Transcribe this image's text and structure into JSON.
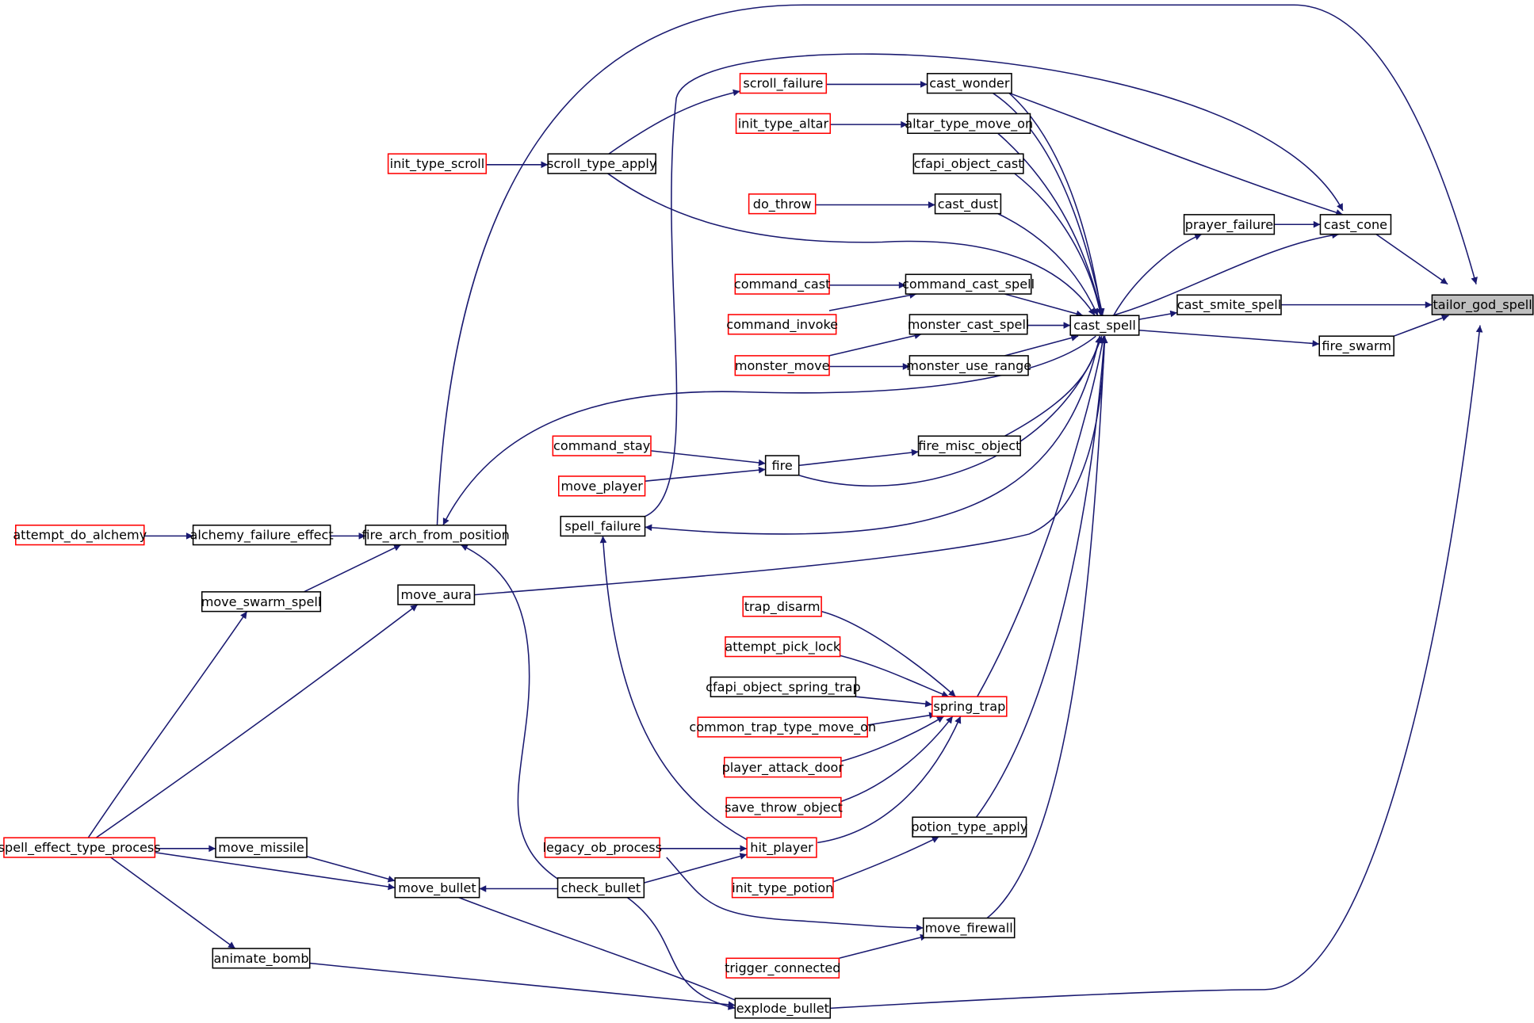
{
  "diagram": {
    "type": "call-graph",
    "direction": "right-to-left",
    "target": "tailor_god_spell",
    "legend_colors": {
      "edge": "#191970",
      "truncated_border": "#ff0000",
      "normal_border": "#000000",
      "target_fill": "#bfbfbf"
    },
    "nodes": [
      {
        "id": "tailor_god_spell",
        "label": "tailor_god_spell",
        "style": "target"
      },
      {
        "id": "cast_cone",
        "label": "cast_cone",
        "style": "normal"
      },
      {
        "id": "cast_smite_spell",
        "label": "cast_smite_spell",
        "style": "normal"
      },
      {
        "id": "fire_swarm",
        "label": "fire_swarm",
        "style": "normal"
      },
      {
        "id": "prayer_failure",
        "label": "prayer_failure",
        "style": "normal"
      },
      {
        "id": "cast_spell",
        "label": "cast_spell",
        "style": "normal"
      },
      {
        "id": "cast_wonder",
        "label": "cast_wonder",
        "style": "normal"
      },
      {
        "id": "altar_type_move_on",
        "label": "altar_type_move_on",
        "style": "normal"
      },
      {
        "id": "cfapi_object_cast",
        "label": "cfapi_object_cast",
        "style": "normal"
      },
      {
        "id": "cast_dust",
        "label": "cast_dust",
        "style": "normal"
      },
      {
        "id": "command_cast_spell",
        "label": "command_cast_spell",
        "style": "normal"
      },
      {
        "id": "monster_cast_spell",
        "label": "monster_cast_spell",
        "style": "normal"
      },
      {
        "id": "monster_use_range",
        "label": "monster_use_range",
        "style": "normal"
      },
      {
        "id": "fire_misc_object",
        "label": "fire_misc_object",
        "style": "normal"
      },
      {
        "id": "scroll_failure",
        "label": "scroll_failure",
        "style": "trunc"
      },
      {
        "id": "init_type_altar",
        "label": "init_type_altar",
        "style": "trunc"
      },
      {
        "id": "do_throw",
        "label": "do_throw",
        "style": "trunc"
      },
      {
        "id": "command_cast",
        "label": "command_cast",
        "style": "trunc"
      },
      {
        "id": "command_invoke",
        "label": "command_invoke",
        "style": "trunc"
      },
      {
        "id": "monster_move",
        "label": "monster_move",
        "style": "trunc"
      },
      {
        "id": "command_stay",
        "label": "command_stay",
        "style": "trunc"
      },
      {
        "id": "move_player",
        "label": "move_player",
        "style": "trunc"
      },
      {
        "id": "fire",
        "label": "fire",
        "style": "normal"
      },
      {
        "id": "scroll_type_apply",
        "label": "scroll_type_apply",
        "style": "normal"
      },
      {
        "id": "init_type_scroll",
        "label": "init_type_scroll",
        "style": "trunc"
      },
      {
        "id": "spell_failure",
        "label": "spell_failure",
        "style": "normal"
      },
      {
        "id": "fire_arch_from_position",
        "label": "fire_arch_from_position",
        "style": "normal"
      },
      {
        "id": "alchemy_failure_effect",
        "label": "alchemy_failure_effect",
        "style": "normal"
      },
      {
        "id": "attempt_do_alchemy",
        "label": "attempt_do_alchemy",
        "style": "trunc"
      },
      {
        "id": "move_aura",
        "label": "move_aura",
        "style": "normal"
      },
      {
        "id": "move_swarm_spell",
        "label": "move_swarm_spell",
        "style": "normal"
      },
      {
        "id": "trap_disarm",
        "label": "trap_disarm",
        "style": "trunc"
      },
      {
        "id": "attempt_pick_lock",
        "label": "attempt_pick_lock",
        "style": "trunc"
      },
      {
        "id": "cfapi_object_spring_trap",
        "label": "cfapi_object_spring_trap",
        "style": "normal"
      },
      {
        "id": "common_trap_type_move_on",
        "label": "common_trap_type_move_on",
        "style": "trunc"
      },
      {
        "id": "player_attack_door",
        "label": "player_attack_door",
        "style": "trunc"
      },
      {
        "id": "save_throw_object",
        "label": "save_throw_object",
        "style": "trunc"
      },
      {
        "id": "spring_trap",
        "label": "spring_trap",
        "style": "trunc"
      },
      {
        "id": "potion_type_apply",
        "label": "potion_type_apply",
        "style": "normal"
      },
      {
        "id": "hit_player",
        "label": "hit_player",
        "style": "trunc"
      },
      {
        "id": "legacy_ob_process",
        "label": "legacy_ob_process",
        "style": "trunc"
      },
      {
        "id": "init_type_potion",
        "label": "init_type_potion",
        "style": "trunc"
      },
      {
        "id": "spell_effect_type_process",
        "label": "spell_effect_type_process",
        "style": "trunc"
      },
      {
        "id": "move_missile",
        "label": "move_missile",
        "style": "normal"
      },
      {
        "id": "move_bullet",
        "label": "move_bullet",
        "style": "normal"
      },
      {
        "id": "check_bullet",
        "label": "check_bullet",
        "style": "normal"
      },
      {
        "id": "move_firewall",
        "label": "move_firewall",
        "style": "normal"
      },
      {
        "id": "trigger_connected",
        "label": "trigger_connected",
        "style": "trunc"
      },
      {
        "id": "animate_bomb",
        "label": "animate_bomb",
        "style": "normal"
      },
      {
        "id": "explode_bullet",
        "label": "explode_bullet",
        "style": "normal"
      }
    ],
    "edges": [
      {
        "from": "cast_cone",
        "to": "tailor_god_spell"
      },
      {
        "from": "cast_smite_spell",
        "to": "tailor_god_spell"
      },
      {
        "from": "fire_swarm",
        "to": "tailor_god_spell"
      },
      {
        "from": "fire_arch_from_position",
        "to": "tailor_god_spell"
      },
      {
        "from": "explode_bullet",
        "to": "tailor_god_spell"
      },
      {
        "from": "prayer_failure",
        "to": "cast_cone"
      },
      {
        "from": "cast_spell",
        "to": "cast_cone"
      },
      {
        "from": "cast_wonder",
        "to": "cast_cone"
      },
      {
        "from": "spell_failure",
        "to": "cast_cone"
      },
      {
        "from": "cast_spell",
        "to": "prayer_failure"
      },
      {
        "from": "cast_spell",
        "to": "cast_smite_spell"
      },
      {
        "from": "cast_spell",
        "to": "fire_swarm"
      },
      {
        "from": "cast_wonder",
        "to": "cast_spell"
      },
      {
        "from": "altar_type_move_on",
        "to": "cast_spell"
      },
      {
        "from": "cfapi_object_cast",
        "to": "cast_spell"
      },
      {
        "from": "cast_dust",
        "to": "cast_spell"
      },
      {
        "from": "command_cast_spell",
        "to": "cast_spell"
      },
      {
        "from": "monster_cast_spell",
        "to": "cast_spell"
      },
      {
        "from": "monster_use_range",
        "to": "cast_spell"
      },
      {
        "from": "fire_misc_object",
        "to": "cast_spell"
      },
      {
        "from": "scroll_type_apply",
        "to": "cast_spell"
      },
      {
        "from": "fire",
        "to": "cast_spell"
      },
      {
        "from": "spring_trap",
        "to": "cast_spell"
      },
      {
        "from": "potion_type_apply",
        "to": "cast_spell"
      },
      {
        "from": "move_firewall",
        "to": "cast_spell"
      },
      {
        "from": "move_aura",
        "to": "cast_spell"
      },
      {
        "from": "cast_spell",
        "to": "cast_wonder"
      },
      {
        "from": "cast_spell",
        "to": "fire_arch_from_position"
      },
      {
        "from": "cast_spell",
        "to": "spell_failure"
      },
      {
        "from": "scroll_failure",
        "to": "cast_wonder"
      },
      {
        "from": "scroll_type_apply",
        "to": "scroll_failure"
      },
      {
        "from": "init_type_altar",
        "to": "altar_type_move_on"
      },
      {
        "from": "do_throw",
        "to": "cast_dust"
      },
      {
        "from": "command_cast",
        "to": "command_cast_spell"
      },
      {
        "from": "command_invoke",
        "to": "command_cast_spell"
      },
      {
        "from": "monster_move",
        "to": "monster_cast_spell"
      },
      {
        "from": "monster_move",
        "to": "monster_use_range"
      },
      {
        "from": "fire",
        "to": "fire_misc_object"
      },
      {
        "from": "command_stay",
        "to": "fire"
      },
      {
        "from": "move_player",
        "to": "fire"
      },
      {
        "from": "init_type_scroll",
        "to": "scroll_type_apply"
      },
      {
        "from": "alchemy_failure_effect",
        "to": "fire_arch_from_position"
      },
      {
        "from": "move_swarm_spell",
        "to": "fire_arch_from_position"
      },
      {
        "from": "check_bullet",
        "to": "fire_arch_from_position"
      },
      {
        "from": "attempt_do_alchemy",
        "to": "alchemy_failure_effect"
      },
      {
        "from": "spell_effect_type_process",
        "to": "move_swarm_spell"
      },
      {
        "from": "spell_effect_type_process",
        "to": "move_aura"
      },
      {
        "from": "spell_effect_type_process",
        "to": "move_missile"
      },
      {
        "from": "spell_effect_type_process",
        "to": "move_bullet"
      },
      {
        "from": "spell_effect_type_process",
        "to": "animate_bomb"
      },
      {
        "from": "trap_disarm",
        "to": "spring_trap"
      },
      {
        "from": "attempt_pick_lock",
        "to": "spring_trap"
      },
      {
        "from": "cfapi_object_spring_trap",
        "to": "spring_trap"
      },
      {
        "from": "common_trap_type_move_on",
        "to": "spring_trap"
      },
      {
        "from": "player_attack_door",
        "to": "spring_trap"
      },
      {
        "from": "save_throw_object",
        "to": "spring_trap"
      },
      {
        "from": "hit_player",
        "to": "spring_trap"
      },
      {
        "from": "hit_player",
        "to": "spell_failure"
      },
      {
        "from": "legacy_ob_process",
        "to": "hit_player"
      },
      {
        "from": "check_bullet",
        "to": "hit_player"
      },
      {
        "from": "init_type_potion",
        "to": "potion_type_apply"
      },
      {
        "from": "move_missile",
        "to": "move_bullet"
      },
      {
        "from": "check_bullet",
        "to": "move_bullet"
      },
      {
        "from": "legacy_ob_process",
        "to": "move_firewall"
      },
      {
        "from": "trigger_connected",
        "to": "move_firewall"
      },
      {
        "from": "move_bullet",
        "to": "explode_bullet"
      },
      {
        "from": "check_bullet",
        "to": "explode_bullet"
      },
      {
        "from": "animate_bomb",
        "to": "explode_bullet"
      }
    ]
  }
}
